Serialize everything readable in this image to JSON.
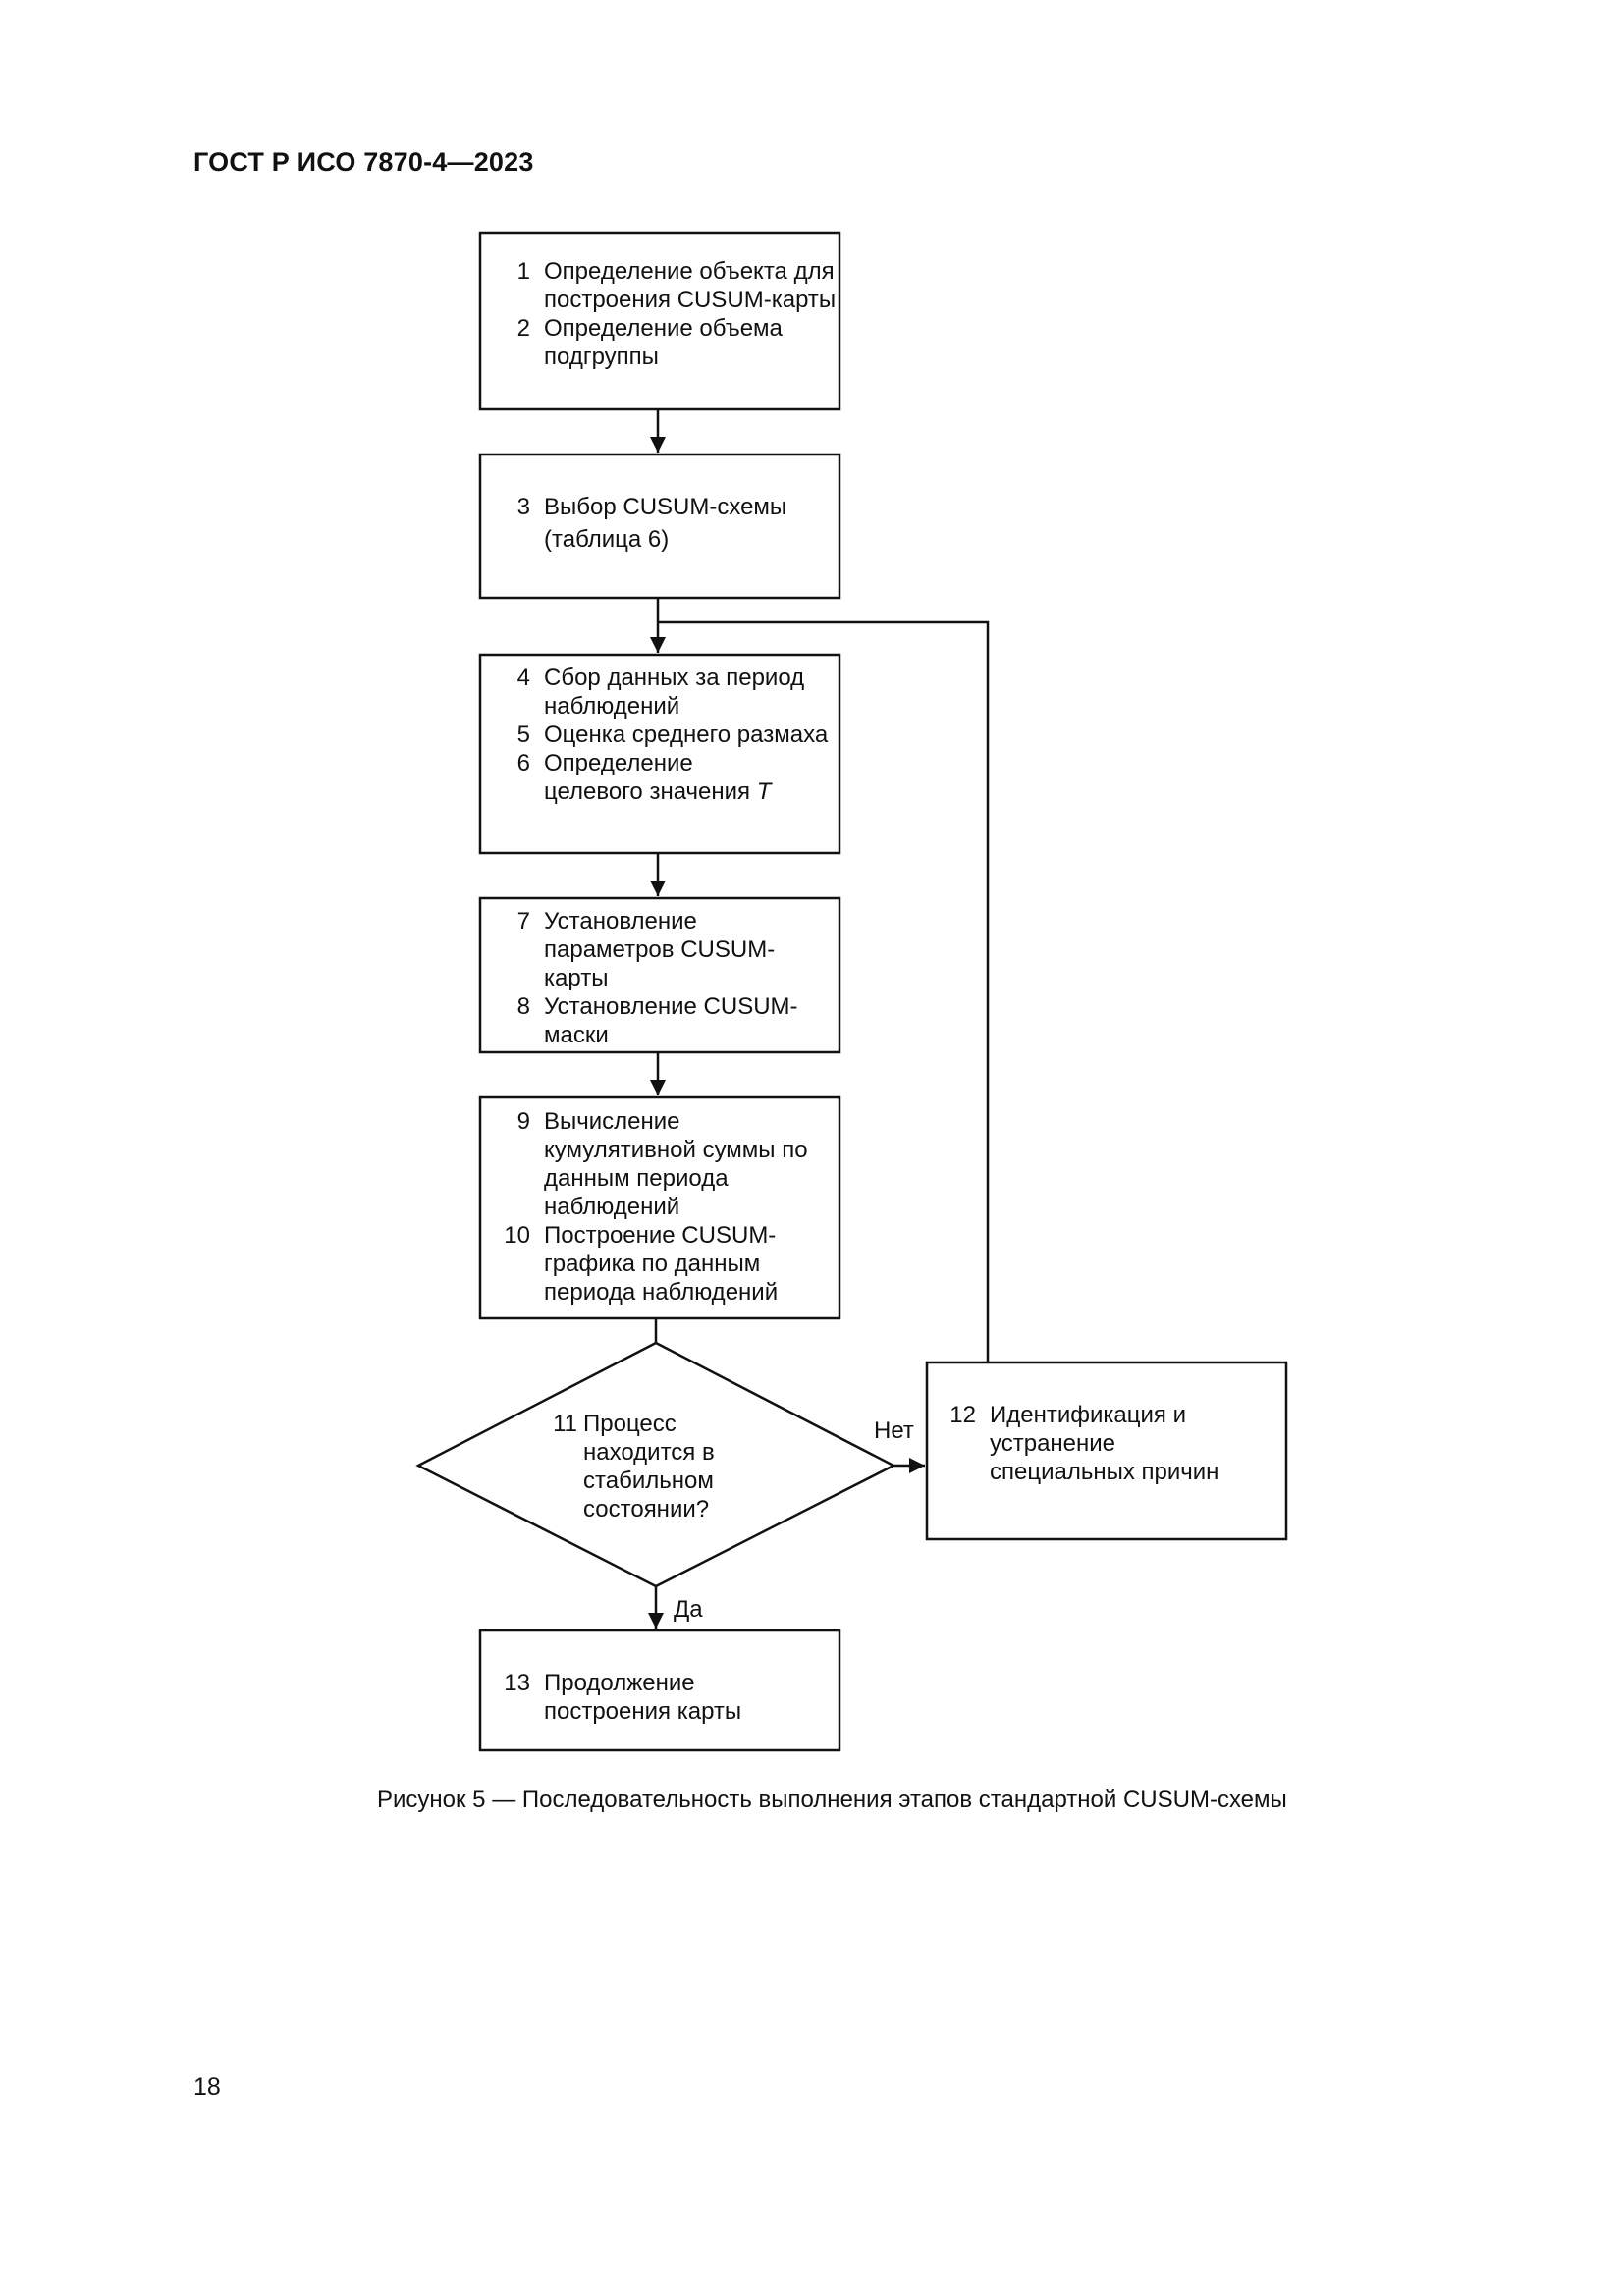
{
  "header": {
    "title": "ГОСТ Р ИСО 7870-4—2023"
  },
  "flowchart": {
    "step1": {
      "num": "1",
      "text": "Определение объекта для построения CUSUM-карты"
    },
    "step2": {
      "num": "2",
      "text": "Определение объема подгруппы"
    },
    "step3": {
      "num": "3",
      "text": "Выбор CUSUM-схемы (таблица 6)"
    },
    "step4": {
      "num": "4",
      "text": "Сбор данных за период наблюдений"
    },
    "step5": {
      "num": "5",
      "text": "Оценка среднего размаха"
    },
    "step6": {
      "num": "6",
      "text": "Определение целевого значения",
      "symbol": "T"
    },
    "step7": {
      "num": "7",
      "text": "Установление параметров CUSUM-карты"
    },
    "step8": {
      "num": "8",
      "text": "Установление CUSUM-маски"
    },
    "step9": {
      "num": "9",
      "text": "Вычисление кумулятивной суммы по данным периода наблюдений"
    },
    "step10": {
      "num": "10",
      "text": "Построение CUSUM-графика по данным периода наблюдений"
    },
    "step11": {
      "num": "11",
      "text": "Процесс находится в стабильном состоянии?"
    },
    "step12": {
      "num": "12",
      "text": "Идентификация и устранение специальных причин"
    },
    "step13": {
      "num": "13",
      "text": "Продолжение построения карты"
    },
    "label_no": "Нет",
    "label_yes": "Да"
  },
  "caption": "Рисунок 5 — Последовательность выполнения этапов стандартной CUSUM-схемы",
  "page_number": "18",
  "colors": {
    "line": "#111111",
    "background": "#ffffff"
  }
}
